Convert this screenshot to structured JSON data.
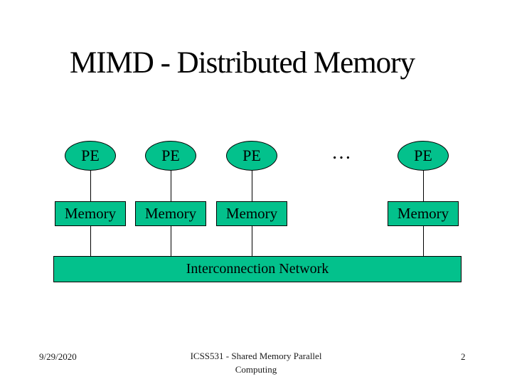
{
  "colors": {
    "slide_bg": "#ffffff",
    "shape_fill": "#03c18c",
    "shape_border": "#000000",
    "title_text": "#000000",
    "footer_text": "#1a1a1a"
  },
  "slide": {
    "title": "MIMD - Distributed Memory"
  },
  "diagram": {
    "ellipsis": "…",
    "network_label": "Interconnection Network",
    "nodes": [
      {
        "pe": "PE",
        "memory": "Memory"
      },
      {
        "pe": "PE",
        "memory": "Memory"
      },
      {
        "pe": "PE",
        "memory": "Memory"
      },
      {
        "pe": "PE",
        "memory": "Memory"
      }
    ]
  },
  "footer": {
    "date": "9/29/2020",
    "course": "ICSS531 - Shared Memory Parallel\nComputing",
    "page_number": "2"
  }
}
